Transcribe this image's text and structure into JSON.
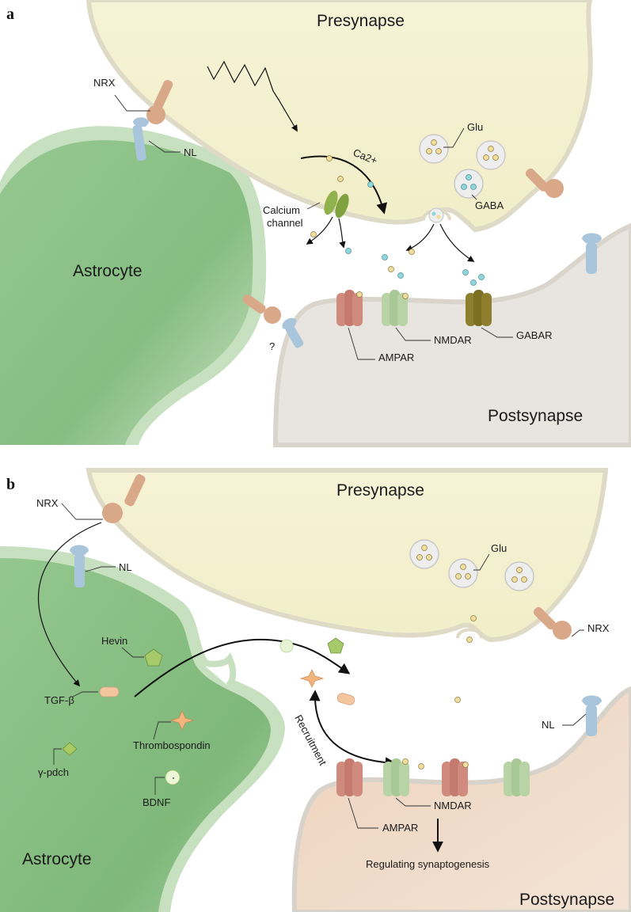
{
  "panels": [
    {
      "letter": "a",
      "regions": {
        "presynapse": "Presynapse",
        "astrocyte": "Astrocyte",
        "postsynapse": "Postsynapse"
      },
      "labels": {
        "nrx": "NRX",
        "nl": "NL",
        "glu": "Glu",
        "gaba": "GABA",
        "ca": "Ca2+",
        "calcium_line1": "Calcium",
        "calcium_line2": "channel",
        "ampar": "AMPAR",
        "nmdar": "NMDAR",
        "gabar": "GABAR",
        "question": "?"
      }
    },
    {
      "letter": "b",
      "regions": {
        "presynapse": "Presynapse",
        "astrocyte": "Astrocyte",
        "postsynapse": "Postsynapse"
      },
      "labels": {
        "nrx_left": "NRX",
        "nl_left": "NL",
        "glu": "Glu",
        "nrx_right": "NRX",
        "nl_right": "NL",
        "hevin": "Hevin",
        "tgf": "TGF-β",
        "thrombospondin": "Thrombospondin",
        "pdch": "γ-pdch",
        "bdnf": "BDNF",
        "recruitment": "Recruitment",
        "ampar": "AMPAR",
        "nmdar": "NMDAR",
        "regulating": "Regulating synaptogenesis"
      }
    }
  ],
  "colors": {
    "presynapse_fill": "#f4f0cf",
    "presynapse_rim": "#e6e3d3",
    "astrocyte_fill": "#8fc38a",
    "astrocyte_rim": "#cfe3c6",
    "postsynapse_a": "#e8e5e0",
    "postsynapse_b": "#f0dccb",
    "nrx": "#d9a889",
    "nl": "#a9c5dc",
    "ampar": "#d08a7e",
    "nmdar": "#b8d4a6",
    "gabar": "#8d7f2e",
    "glu_dot": "#f1dd9b",
    "gaba_dot": "#8fd6dc",
    "calcium_channel": "#8fb24c"
  }
}
